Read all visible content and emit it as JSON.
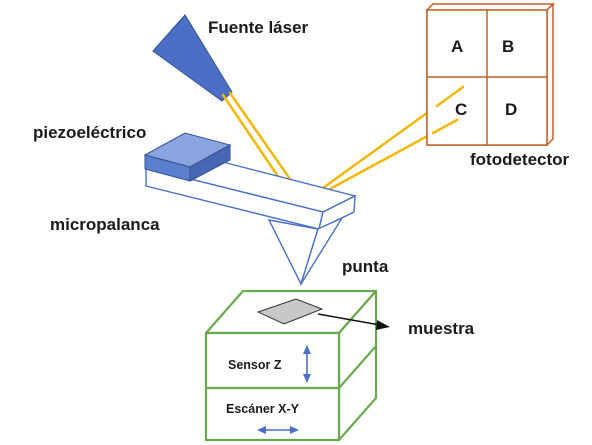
{
  "labels": {
    "laser_source": "Fuente láser",
    "piezo": "piezoeléctrico",
    "cantilever": "micropalanca",
    "tip": "punta",
    "sample": "muestra",
    "photodetector": "fotodetector",
    "sensor_z": "Sensor Z",
    "scanner_xy": "Escáner X-Y"
  },
  "quadrants": [
    "A",
    "B",
    "C",
    "D"
  ],
  "colors": {
    "laser_body": "#4a6fc4",
    "laser_beam": "#f2b705",
    "piezo": "#5b7fcf",
    "cantilever_edge": "#4a6fc4",
    "detector_edge": "#c0622a",
    "stage_edge": "#6aa84f",
    "sample_fill": "#c8c8c8",
    "arrow": "#4a6fc4"
  }
}
